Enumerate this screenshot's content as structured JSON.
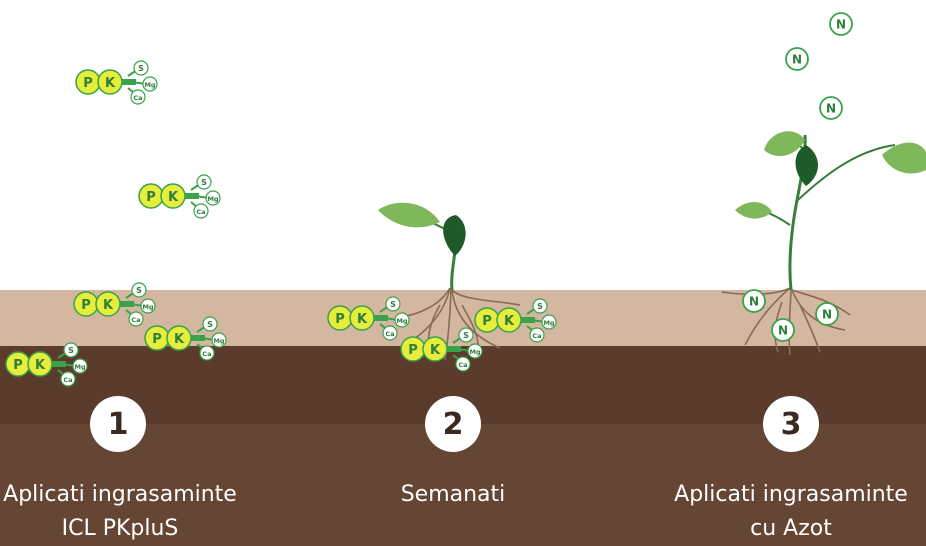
{
  "colors": {
    "sky": "#ffffff",
    "topsoil": "#d4b7a0",
    "subsoil": "#5b3b2c",
    "deepsoil": "#654534",
    "fertilizer_yellow": "#e6ed3a",
    "nutrient_green": "#3aa24a",
    "leaf_light": "#7fb85b",
    "leaf_dark": "#1f5a2b",
    "root": "#8a6a55"
  },
  "nutrients": {
    "p": "P",
    "k": "K",
    "s": "S",
    "mg": "Mg",
    "ca": "Ca",
    "n": "N"
  },
  "steps": [
    {
      "number": "1",
      "label_line1": "Aplicati ingrasaminte",
      "label_line2": "ICL PKpluS"
    },
    {
      "number": "2",
      "label_line1": "Semanati",
      "label_line2": ""
    },
    {
      "number": "3",
      "label_line1": "Aplicati ingrasaminte",
      "label_line2": "cu Azot"
    }
  ]
}
